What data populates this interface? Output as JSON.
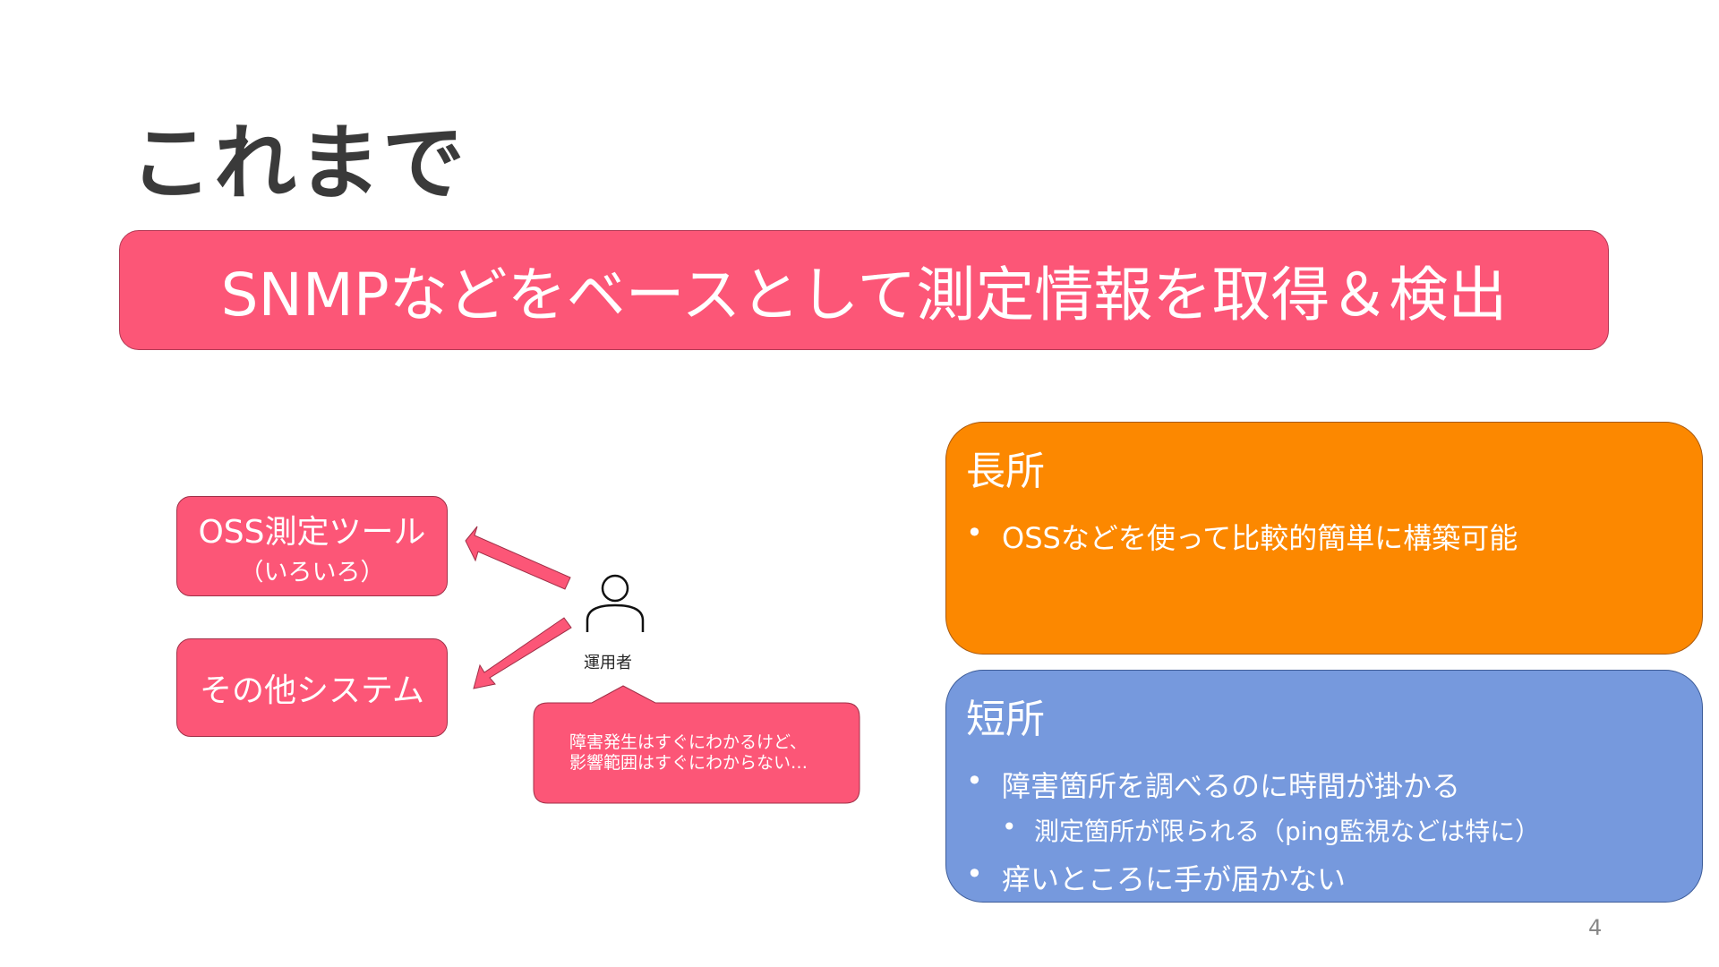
{
  "title": "これまで",
  "banner": "SNMPなどをベースとして測定情報を取得＆検出",
  "diagram": {
    "oss_tool_line1": "OSS測定ツール",
    "oss_tool_line2": "（いろいろ）",
    "other_systems": "その他システム",
    "operator_label": "運用者",
    "speech_line1": "障害発生はすぐにわかるけど、",
    "speech_line2": "影響範囲はすぐにわからない…"
  },
  "pros": {
    "heading": "長所",
    "items": [
      "OSSなどを使って比較的簡単に構築可能"
    ]
  },
  "cons": {
    "heading": "短所",
    "item1": "障害箇所を調べるのに時間が掛かる",
    "item1_sub": "測定箇所が限られる（ping監視などは特に）",
    "item2": "痒いところに手が届かない"
  },
  "bullet": "•",
  "page_number": "4",
  "colors": {
    "pink": "#fc5677",
    "orange": "#fc8800",
    "blue": "#7699dd"
  }
}
